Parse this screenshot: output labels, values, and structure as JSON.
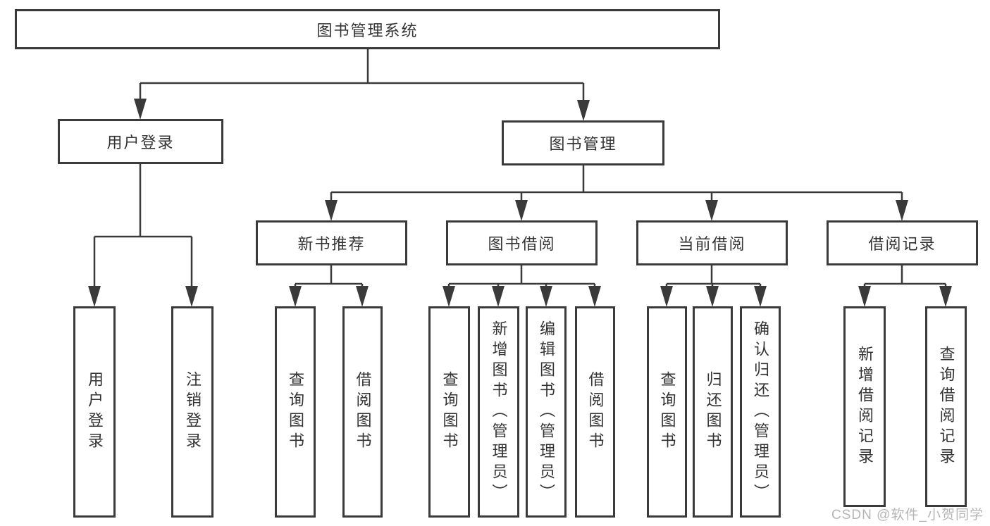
{
  "diagram": {
    "root": {
      "label": "图书管理系统"
    },
    "children": [
      {
        "label": "用户登录",
        "children": [
          {
            "label": "用户登录"
          },
          {
            "label": "注销登录"
          }
        ]
      },
      {
        "label": "图书管理",
        "children": [
          {
            "label": "新书推荐",
            "children": [
              {
                "label": "查询图书"
              },
              {
                "label": "借阅图书"
              }
            ]
          },
          {
            "label": "图书借阅",
            "children": [
              {
                "label": "查询图书"
              },
              {
                "label": "新增图书（管理员）"
              },
              {
                "label": "编辑图书（管理员）"
              },
              {
                "label": "借阅图书"
              }
            ]
          },
          {
            "label": "当前借阅",
            "children": [
              {
                "label": "查询图书"
              },
              {
                "label": "归还图书"
              },
              {
                "label": "确认归还（管理员）"
              }
            ]
          },
          {
            "label": "借阅记录",
            "children": [
              {
                "label": "新增借阅记录"
              },
              {
                "label": "查询借阅记录"
              }
            ]
          }
        ]
      }
    ]
  },
  "watermark": {
    "text": "CSDN @软件_小贺同学"
  },
  "colors": {
    "line": "#3a3a3a",
    "box_background": "#ffffff",
    "text": "#333333",
    "watermark": "#b5b5b5"
  }
}
